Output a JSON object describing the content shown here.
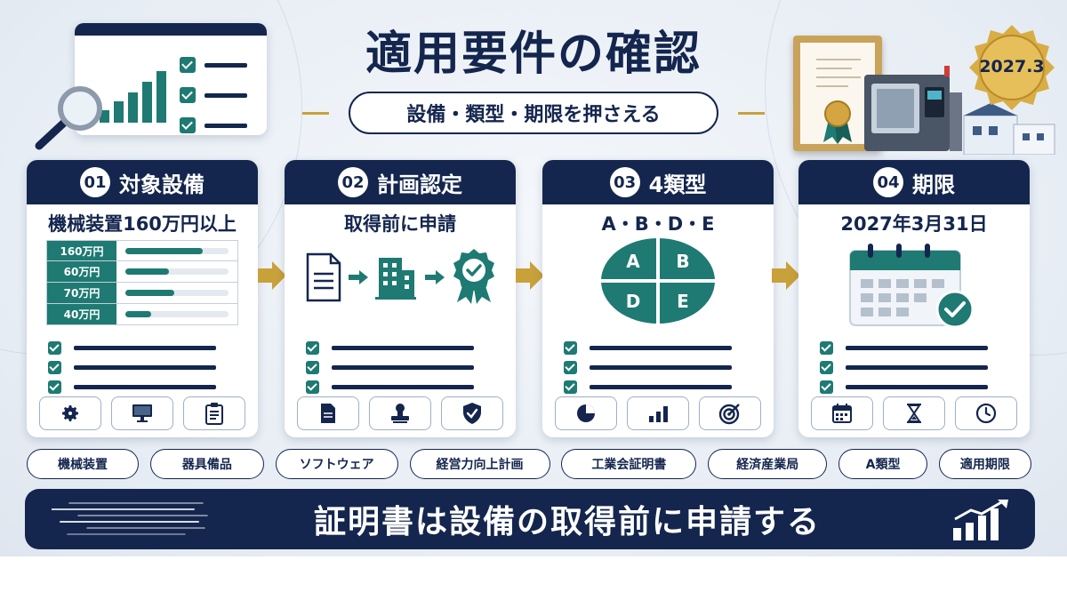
{
  "header": {
    "title": "適用要件の確認",
    "subtitle": "設備・類型・期限を押さえる",
    "badge": "2027.3"
  },
  "cards": [
    {
      "number": "01",
      "title": "対象設備",
      "subtitle": "機械装置160万円以上",
      "bars": [
        {
          "label": "160万円",
          "level": 0.75
        },
        {
          "label": "60万円",
          "level": 0.42
        },
        {
          "label": "70万円",
          "level": 0.47
        },
        {
          "label": "40万円",
          "level": 0.25
        }
      ],
      "icons": [
        "gear-icon",
        "monitor-icon",
        "clipboard-icon"
      ]
    },
    {
      "number": "02",
      "title": "計画認定",
      "subtitle": "取得前に申請",
      "flow_icons": [
        "document-icon",
        "building-icon",
        "award-badge-icon"
      ],
      "icons": [
        "file-icon",
        "stamp-icon",
        "shield-check-icon"
      ]
    },
    {
      "number": "03",
      "title": "4類型",
      "subtitle": "A・B・D・E",
      "quadrants": [
        "A",
        "B",
        "D",
        "E"
      ],
      "icons": [
        "pie-chart-icon",
        "bar-chart-icon",
        "target-icon"
      ]
    },
    {
      "number": "04",
      "title": "期限",
      "subtitle": "2027年3月31日",
      "icons": [
        "calendar-icon",
        "hourglass-icon",
        "clock-icon"
      ]
    }
  ],
  "tags": [
    "機械装置",
    "器具備品",
    "ソフトウェア",
    "経営力向上計画",
    "工業会証明書",
    "経済産業局",
    "A類型",
    "適用期限"
  ],
  "banner": {
    "text": "証明書は設備の取得前に申請する"
  },
  "colors": {
    "navy": "#14264e",
    "teal": "#1e7a72",
    "gold": "#c9a13b"
  }
}
